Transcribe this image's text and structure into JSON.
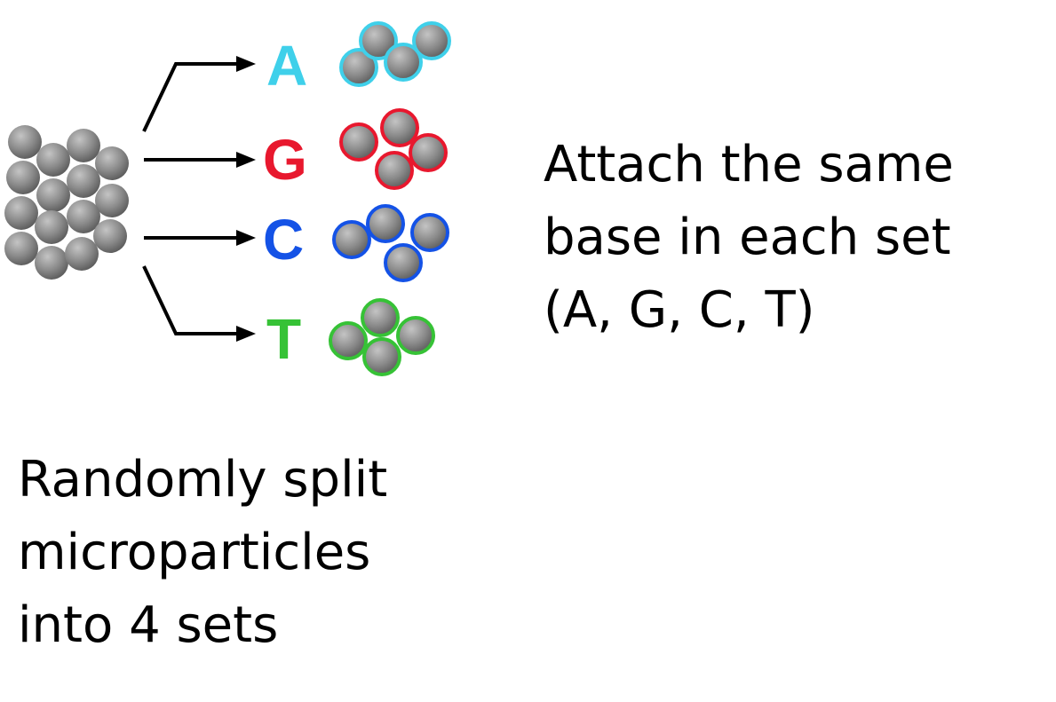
{
  "bases": [
    {
      "letter": "A",
      "color": "#3fd0ea"
    },
    {
      "letter": "G",
      "color": "#e8182e"
    },
    {
      "letter": "C",
      "color": "#1452e6"
    },
    {
      "letter": "T",
      "color": "#36c236"
    }
  ],
  "particle_color": "#8a8a8a",
  "arrow_color": "#000000",
  "captions": {
    "attach": [
      "Attach the same",
      "base in each set",
      "(A, G, C, T)"
    ],
    "split": [
      "Randomly split",
      "microparticles",
      "into 4 sets"
    ]
  }
}
